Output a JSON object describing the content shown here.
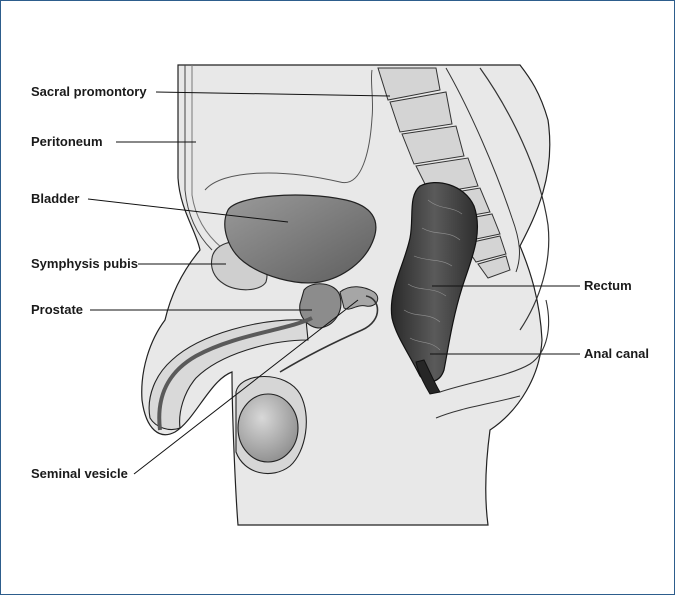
{
  "labels": {
    "sacral_promontory": "Sacral promontory",
    "peritoneum": "Peritoneum",
    "bladder": "Bladder",
    "symphysis_pubis": "Symphysis pubis",
    "prostate": "Prostate",
    "seminal_vesicle": "Seminal vesicle",
    "rectum": "Rectum",
    "anal_canal": "Anal canal"
  },
  "colors": {
    "frame_border": "#2d5d8c",
    "tissue_light": "#e6e6e6",
    "tissue_mid": "#cfcfcf",
    "organ_dark": "#7a7a7a",
    "rectum_dark": "#3a3a3a"
  }
}
